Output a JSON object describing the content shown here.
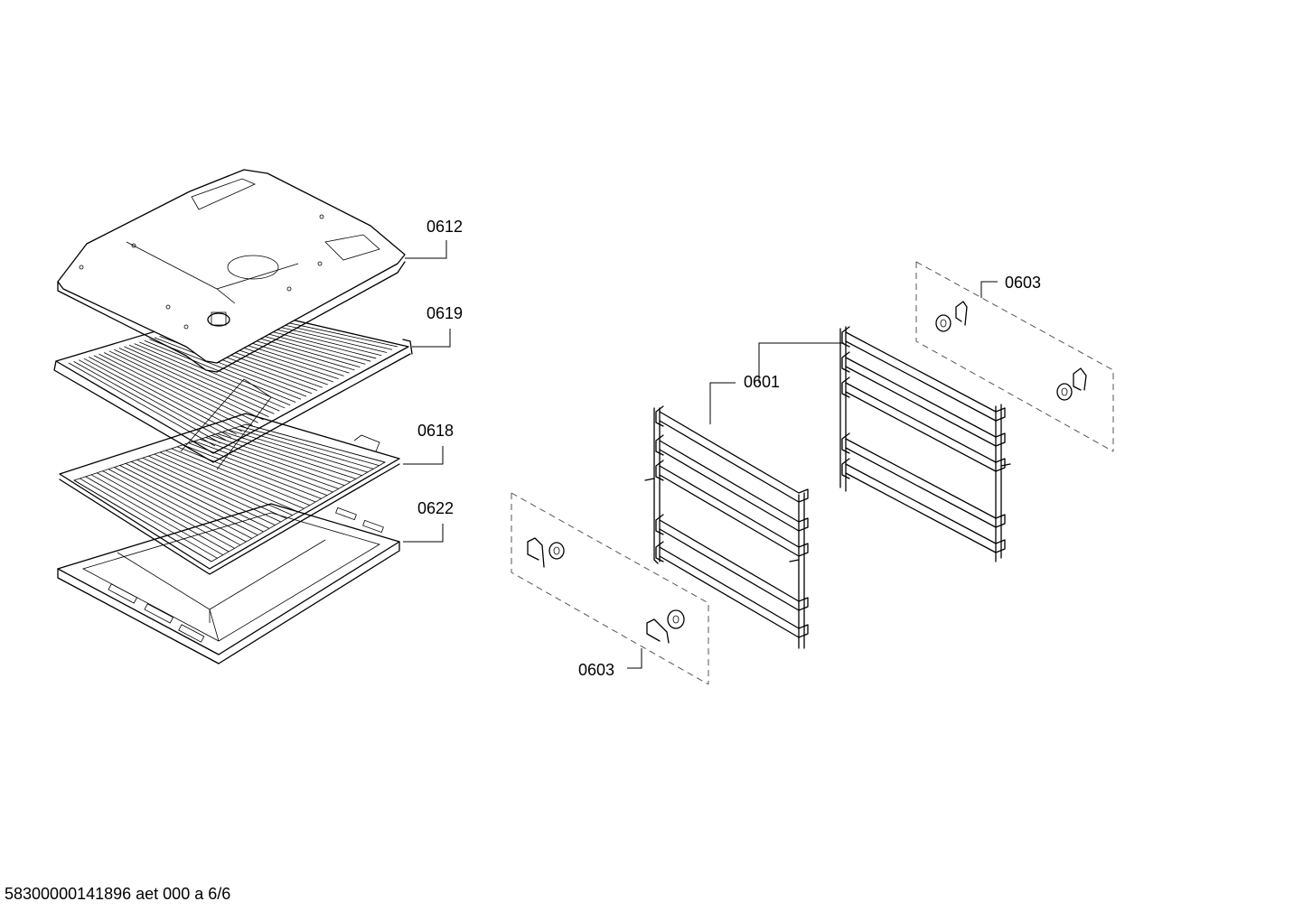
{
  "callouts": {
    "c0612": "0612",
    "c0619": "0619",
    "c0618": "0618",
    "c0622": "0622",
    "c0603_top": "0603",
    "c0601": "0601",
    "c0603_bottom": "0603"
  },
  "footer": {
    "doc_id": "58300000141896 aet 000 a 6/6"
  }
}
